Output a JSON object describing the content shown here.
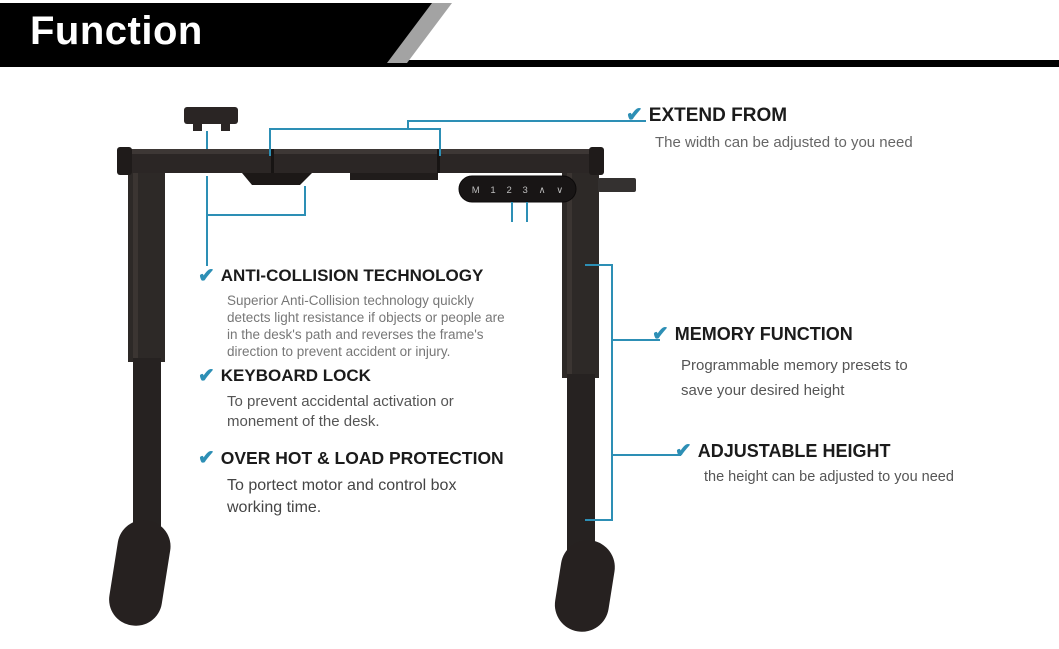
{
  "header": {
    "title": "Function"
  },
  "colors": {
    "accent": "#2d8fb5",
    "banner": "#000000",
    "banner_accent": "#a3a3a3",
    "frame": "#2b2625",
    "heading_text": "#1b1b1b",
    "body_text": "#666666"
  },
  "icons": {
    "check": "✔"
  },
  "pendant": {
    "buttons": [
      "M",
      "1",
      "2",
      "3",
      "∧",
      "∨"
    ]
  },
  "callouts": {
    "extend_from": {
      "title": "EXTEND FROM",
      "body": "The width can be adjusted to you need"
    },
    "anti_collision": {
      "title": "ANTI-COLLISION TECHNOLOGY",
      "body": "Superior Anti-Collision technology quickly detects light resistance if objects or people are in the desk's path and reverses the frame's direction to prevent accident or injury."
    },
    "keyboard_lock": {
      "title": "KEYBOARD LOCK",
      "body": "To prevent accidental activation or monement of the desk."
    },
    "over_protection": {
      "title": "OVER HOT & LOAD PROTECTION",
      "body": "To portect motor and control box working time."
    },
    "memory_function": {
      "title": "MEMORY FUNCTION",
      "body": "Programmable memory presets to save your desired height"
    },
    "adjustable_height": {
      "title": "ADJUSTABLE HEIGHT",
      "body": "the height can be adjusted to you need"
    }
  }
}
